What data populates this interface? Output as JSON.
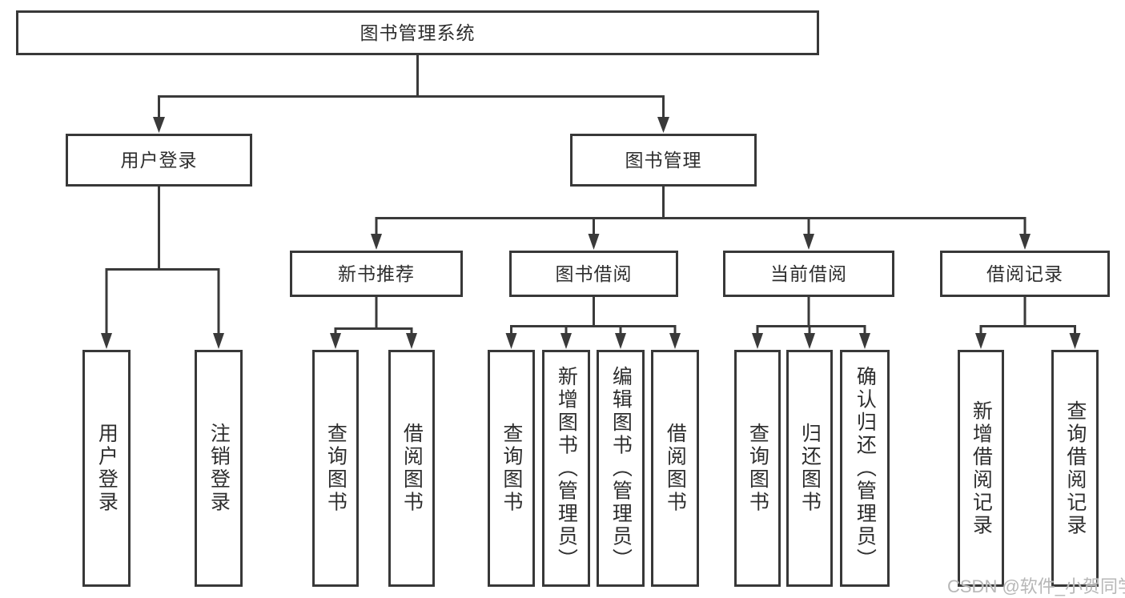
{
  "tree": {
    "root": {
      "label": "图书管理系统"
    },
    "branches": [
      {
        "label": "用户登录",
        "leaves": [
          {
            "label": "用户登录"
          },
          {
            "label": "注销登录"
          }
        ]
      },
      {
        "label": "图书管理",
        "sections": [
          {
            "label": "新书推荐",
            "leaves": [
              {
                "label": "查询图书"
              },
              {
                "label": "借阅图书"
              }
            ]
          },
          {
            "label": "图书借阅",
            "leaves": [
              {
                "label": "查询图书"
              },
              {
                "label": "新增图书（管理员）"
              },
              {
                "label": "编辑图书（管理员）"
              },
              {
                "label": "借阅图书"
              }
            ]
          },
          {
            "label": "当前借阅",
            "leaves": [
              {
                "label": "查询图书"
              },
              {
                "label": "归还图书"
              },
              {
                "label": "确认归还（管理员）"
              }
            ]
          },
          {
            "label": "借阅记录",
            "leaves": [
              {
                "label": "新增借阅记录"
              },
              {
                "label": "查询借阅记录"
              }
            ]
          }
        ]
      }
    ]
  },
  "watermark": {
    "text": "CSDN @软件_小贺同学"
  },
  "colors": {
    "line": "#3a3a3a",
    "border": "#383838",
    "text": "#2e2e2e",
    "watermark": "#b7b7b7"
  }
}
